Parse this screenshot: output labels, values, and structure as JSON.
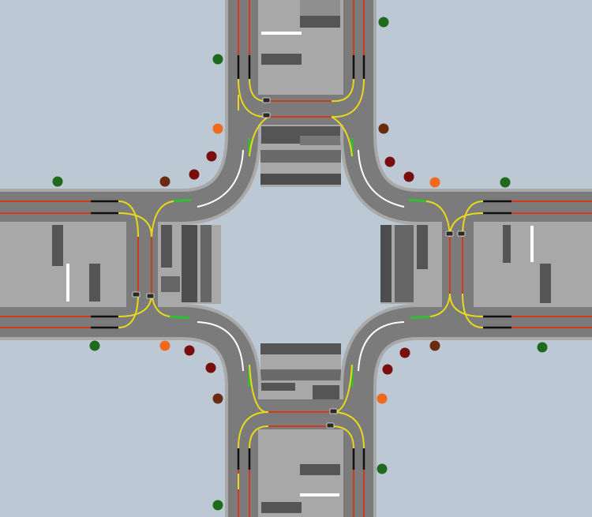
{
  "scene": {
    "type": "road-network-simulation-topdown",
    "colors": {
      "background": "#bcc8d3",
      "sidewalk": "#a9a9a9",
      "road": "#7b7b7b",
      "lane_red": "#d23a1d",
      "lane_green": "#2fbf2f",
      "lane_yellow": "#e8d81c",
      "lane_white": "#ffffff",
      "lane_black": "#111111",
      "building_light": "#d4d4d4",
      "building_mid": "#8b8b8b",
      "building_dark": "#4d4d4d"
    },
    "signal_colors": {
      "green": "#1e6b1e",
      "dark_red": "#7a0e0e",
      "brown": "#6b2b10",
      "orange": "#f06a1e"
    },
    "signals": [
      {
        "id": "n-w-1",
        "state": "green"
      },
      {
        "id": "n-e-1",
        "state": "green"
      },
      {
        "id": "nw-corner-orange",
        "state": "orange"
      },
      {
        "id": "nw-corner-red-1",
        "state": "dark_red"
      },
      {
        "id": "nw-corner-red-2",
        "state": "dark_red"
      },
      {
        "id": "nw-corner-brown",
        "state": "brown"
      },
      {
        "id": "w-n-1",
        "state": "green"
      },
      {
        "id": "ne-corner-brown",
        "state": "brown"
      },
      {
        "id": "ne-corner-red-1",
        "state": "dark_red"
      },
      {
        "id": "ne-corner-red-2",
        "state": "dark_red"
      },
      {
        "id": "ne-corner-orange",
        "state": "orange"
      },
      {
        "id": "e-n-1",
        "state": "green"
      },
      {
        "id": "w-s-1",
        "state": "green"
      },
      {
        "id": "sw-corner-orange",
        "state": "orange"
      },
      {
        "id": "sw-corner-red-1",
        "state": "dark_red"
      },
      {
        "id": "sw-corner-red-2",
        "state": "dark_red"
      },
      {
        "id": "sw-corner-brown",
        "state": "brown"
      },
      {
        "id": "s-w-1",
        "state": "green"
      },
      {
        "id": "se-corner-brown",
        "state": "brown"
      },
      {
        "id": "se-corner-red-1",
        "state": "dark_red"
      },
      {
        "id": "se-corner-red-2",
        "state": "dark_red"
      },
      {
        "id": "se-corner-orange",
        "state": "orange"
      },
      {
        "id": "e-s-1",
        "state": "green"
      },
      {
        "id": "s-e-1",
        "state": "green"
      }
    ],
    "vehicles_count": 8
  }
}
